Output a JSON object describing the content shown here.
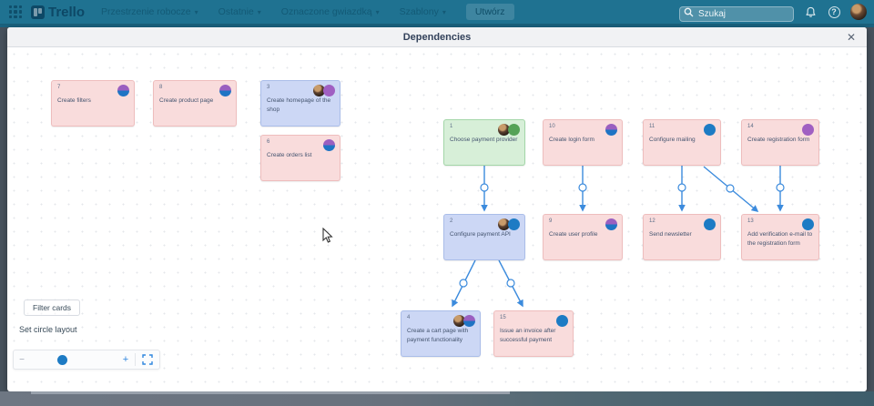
{
  "topbar": {
    "logo_text": "Trello",
    "nav_items": [
      "Przestrzenie robocze",
      "Ostatnie",
      "Oznaczone gwiazdką",
      "Szablony"
    ],
    "create_button": "Utwórz",
    "search_placeholder": "Szukaj"
  },
  "modal": {
    "title": "Dependencies",
    "close": "✕"
  },
  "graph": {
    "cards": [
      {
        "number": "7",
        "title": "Create filters",
        "color": "pink",
        "members": [
          "purple-blue"
        ]
      },
      {
        "number": "8",
        "title": "Create product page",
        "color": "pink",
        "members": [
          "purple-blue"
        ]
      },
      {
        "number": "3",
        "title": "Create homepage of the shop",
        "color": "blue",
        "members": [
          "photo",
          "purple"
        ]
      },
      {
        "number": "6",
        "title": "Create orders list",
        "color": "pink",
        "members": [
          "purple-blue"
        ]
      },
      {
        "number": "1",
        "title": "Choose payment provider",
        "color": "green",
        "members": [
          "photo",
          "green"
        ]
      },
      {
        "number": "10",
        "title": "Create login form",
        "color": "pink",
        "members": [
          "purple-blue"
        ]
      },
      {
        "number": "11",
        "title": "Configure mailing",
        "color": "pink",
        "members": [
          "blue"
        ]
      },
      {
        "number": "14",
        "title": "Create registration form",
        "color": "pink",
        "members": [
          "purple"
        ]
      },
      {
        "number": "2",
        "title": "Configure payment API",
        "color": "blue",
        "members": [
          "photo",
          "blue"
        ]
      },
      {
        "number": "9",
        "title": "Create user profile",
        "color": "pink",
        "members": [
          "purple-blue"
        ]
      },
      {
        "number": "12",
        "title": "Send newsletter",
        "color": "pink",
        "members": [
          "blue"
        ]
      },
      {
        "number": "13",
        "title": "Add verification e-mail to the registration form",
        "color": "pink",
        "members": [
          "blue"
        ]
      },
      {
        "number": "4",
        "title": "Create a cart page with payment functionality",
        "color": "blue",
        "members": [
          "photo",
          "purple-blue"
        ]
      },
      {
        "number": "15",
        "title": "Issue an invoice after successful payment",
        "color": "pink",
        "members": [
          "blue"
        ]
      }
    ],
    "edges": [
      {
        "from": "1",
        "to": "2"
      },
      {
        "from": "10",
        "to": "9"
      },
      {
        "from": "11",
        "to": "12"
      },
      {
        "from": "11",
        "to": "13"
      },
      {
        "from": "14",
        "to": "13"
      },
      {
        "from": "2",
        "to": "4"
      },
      {
        "from": "2",
        "to": "15"
      }
    ]
  },
  "controls": {
    "filter_button": "Filter cards",
    "layout_button": "Set circle layout",
    "zoom_out": "−",
    "zoom_in": "+"
  },
  "colors": {
    "topbar": "#1f7291",
    "edge_blue": "#3c8bdd",
    "card_pink": "#f9dcdc",
    "card_blue": "#ccd7f5",
    "card_green": "#d7efd8",
    "accent_blue": "#1d7bc4"
  }
}
